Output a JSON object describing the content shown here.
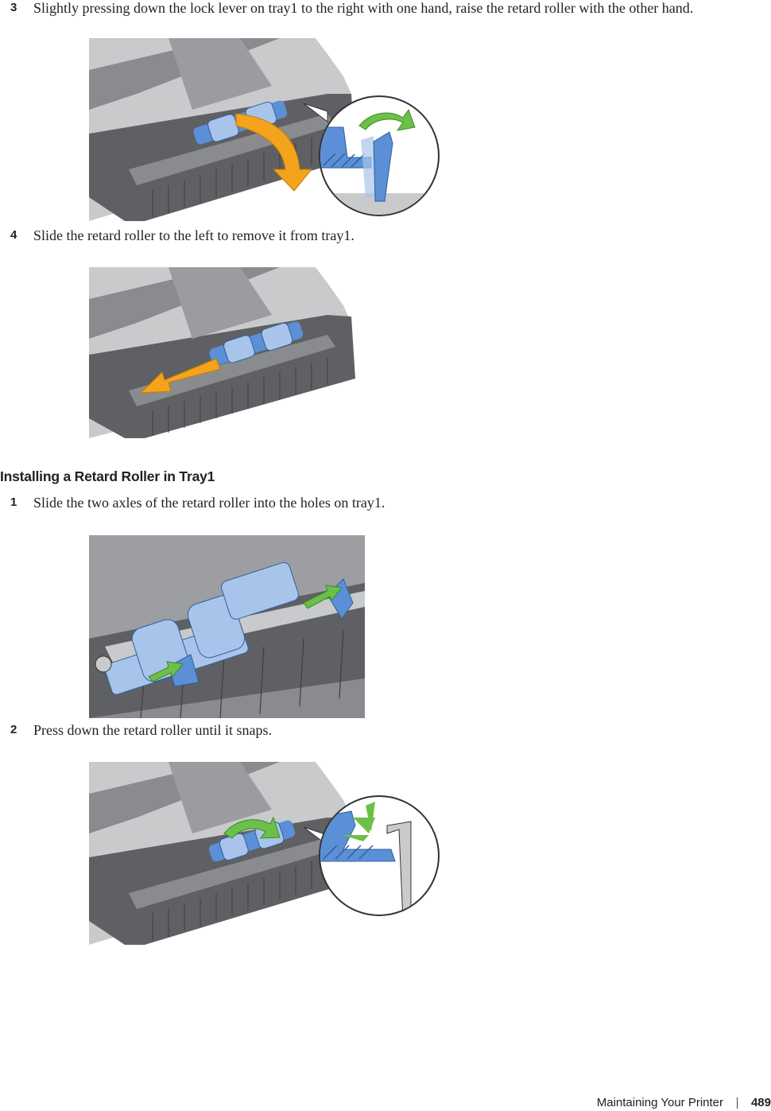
{
  "steps_remove": [
    {
      "number": "3",
      "text": "Slightly pressing down the lock lever on tray1 to the right with one hand, raise the retard roller with the other hand."
    },
    {
      "number": "4",
      "text": "Slide the retard roller to the left to remove it from tray1."
    }
  ],
  "section": {
    "title": "Installing a Retard Roller in Tray1"
  },
  "steps_install": [
    {
      "number": "1",
      "text": "Slide the two axles of the retard roller into the holes on tray1."
    },
    {
      "number": "2",
      "text": "Press down the retard roller until it snaps."
    }
  ],
  "footer": {
    "chapter": "Maintaining Your Printer",
    "page": "489"
  },
  "colors": {
    "tray_dark": "#5f6063",
    "tray_mid": "#8a8b8e",
    "tray_light": "#c9cacc",
    "roller_blue": "#5b8fd6",
    "roller_light": "#a8c4ea",
    "arrow_orange": "#f3a41c",
    "arrow_green": "#6cc04a"
  }
}
